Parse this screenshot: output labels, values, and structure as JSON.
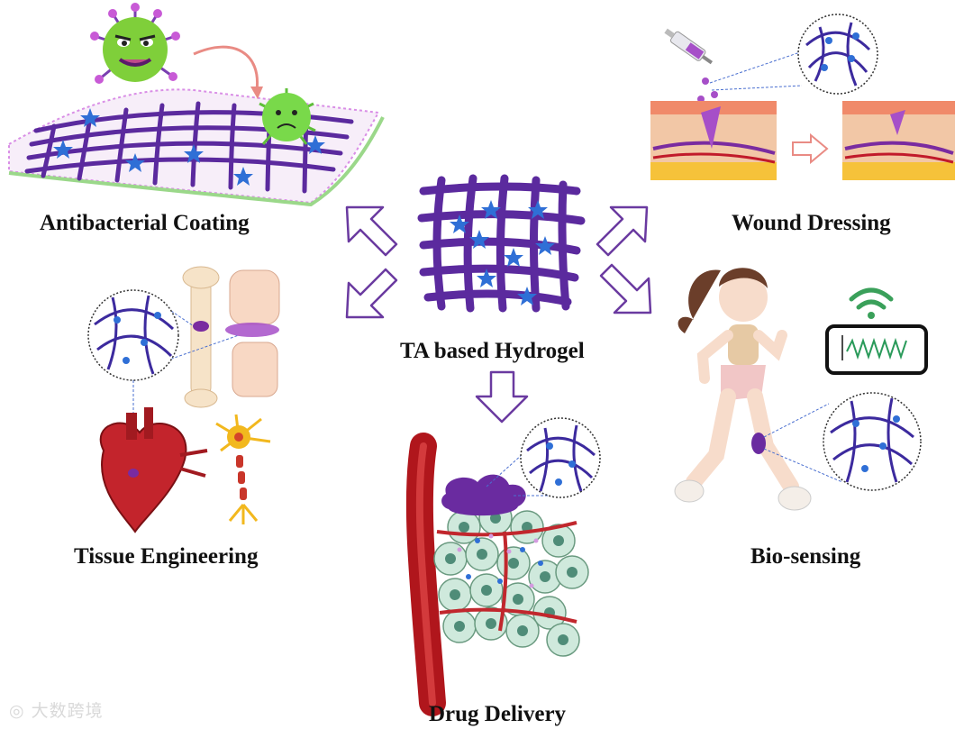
{
  "center": {
    "title": "TA based Hydrogel"
  },
  "applications": {
    "antibacterial": "Antibacterial Coating",
    "wound": "Wound Dressing",
    "tissue": "Tissue Engineering",
    "biosensing": "Bio-sensing",
    "drug": "Drug Delivery"
  },
  "watermark": "大数跨境",
  "colors": {
    "network": "#5b2a9e",
    "star": "#2f6fd6",
    "arrow": "#6a3aa0",
    "virus": "#7fcf3a",
    "skin": "#f2c7a6",
    "vessel": "#b0161c",
    "cell": "#cfe9dc"
  }
}
